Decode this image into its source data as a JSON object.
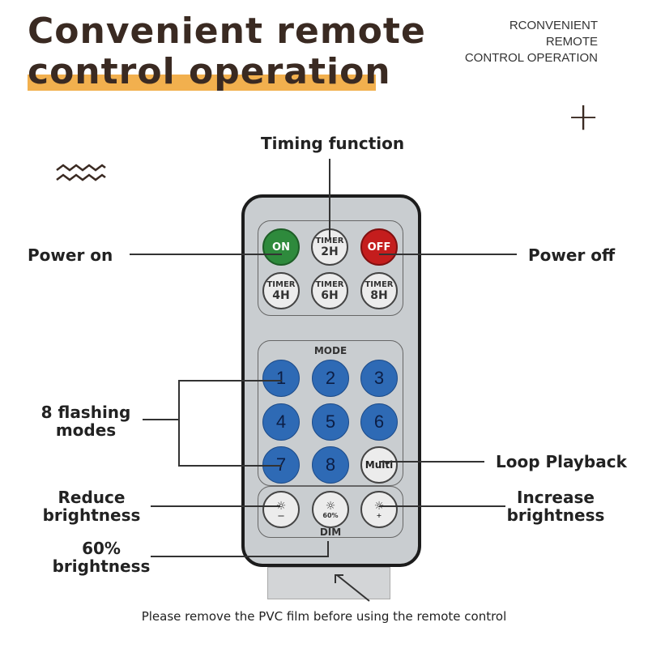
{
  "title": {
    "line1": "Convenient remote",
    "line2": "control operation"
  },
  "subtitle": {
    "line1": "RCONVENIENT",
    "line2": "REMOTE",
    "line3": "CONTROL OPERATION"
  },
  "labels": {
    "timing": "Timing function",
    "power_on": "Power on",
    "power_off": "Power off",
    "flashing_line1": "8 flashing",
    "flashing_line2": "modes",
    "loop": "Loop Playback",
    "reduce_line1": "Reduce",
    "reduce_line2": "brightness",
    "increase_line1": "Increase",
    "increase_line2": "brightness",
    "pct_line1": "60%",
    "pct_line2": "brightness"
  },
  "remote": {
    "on": "ON",
    "off": "OFF",
    "timer_word": "TIMER",
    "timers": [
      "2H",
      "4H",
      "6H",
      "8H"
    ],
    "mode_label": "MODE",
    "modes": [
      "1",
      "2",
      "3",
      "4",
      "5",
      "6",
      "7",
      "8"
    ],
    "multi": "Multi",
    "dim_label": "DIM",
    "dim_minus": "—",
    "dim_60": "60%",
    "dim_plus": "+"
  },
  "footer": "Please remove the PVC film before using the remote control",
  "icons": [
    "zigzag-icon",
    "plus-icon",
    "sun-icon"
  ],
  "colors": {
    "title": "#3a2a22",
    "accent_bar": "#f2b04e",
    "on_button": "#2e8a3c",
    "off_button": "#c41d1d",
    "mode_button": "#2e6ab5"
  }
}
